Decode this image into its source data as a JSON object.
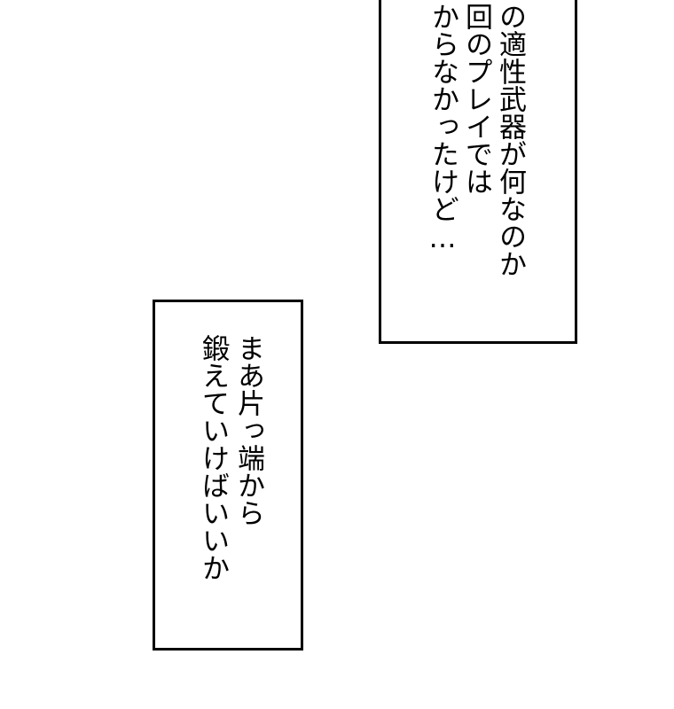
{
  "caption_top": {
    "lines": [
      "の適性武器が何なのか",
      "回のプレイでは",
      "からなかったけど…"
    ]
  },
  "caption_bottom": {
    "lines": [
      "まあ片っ端から",
      "鍛えていけばいいか"
    ]
  },
  "colors": {
    "background": "#ffffff",
    "border": "#000000",
    "text": "#000000"
  }
}
